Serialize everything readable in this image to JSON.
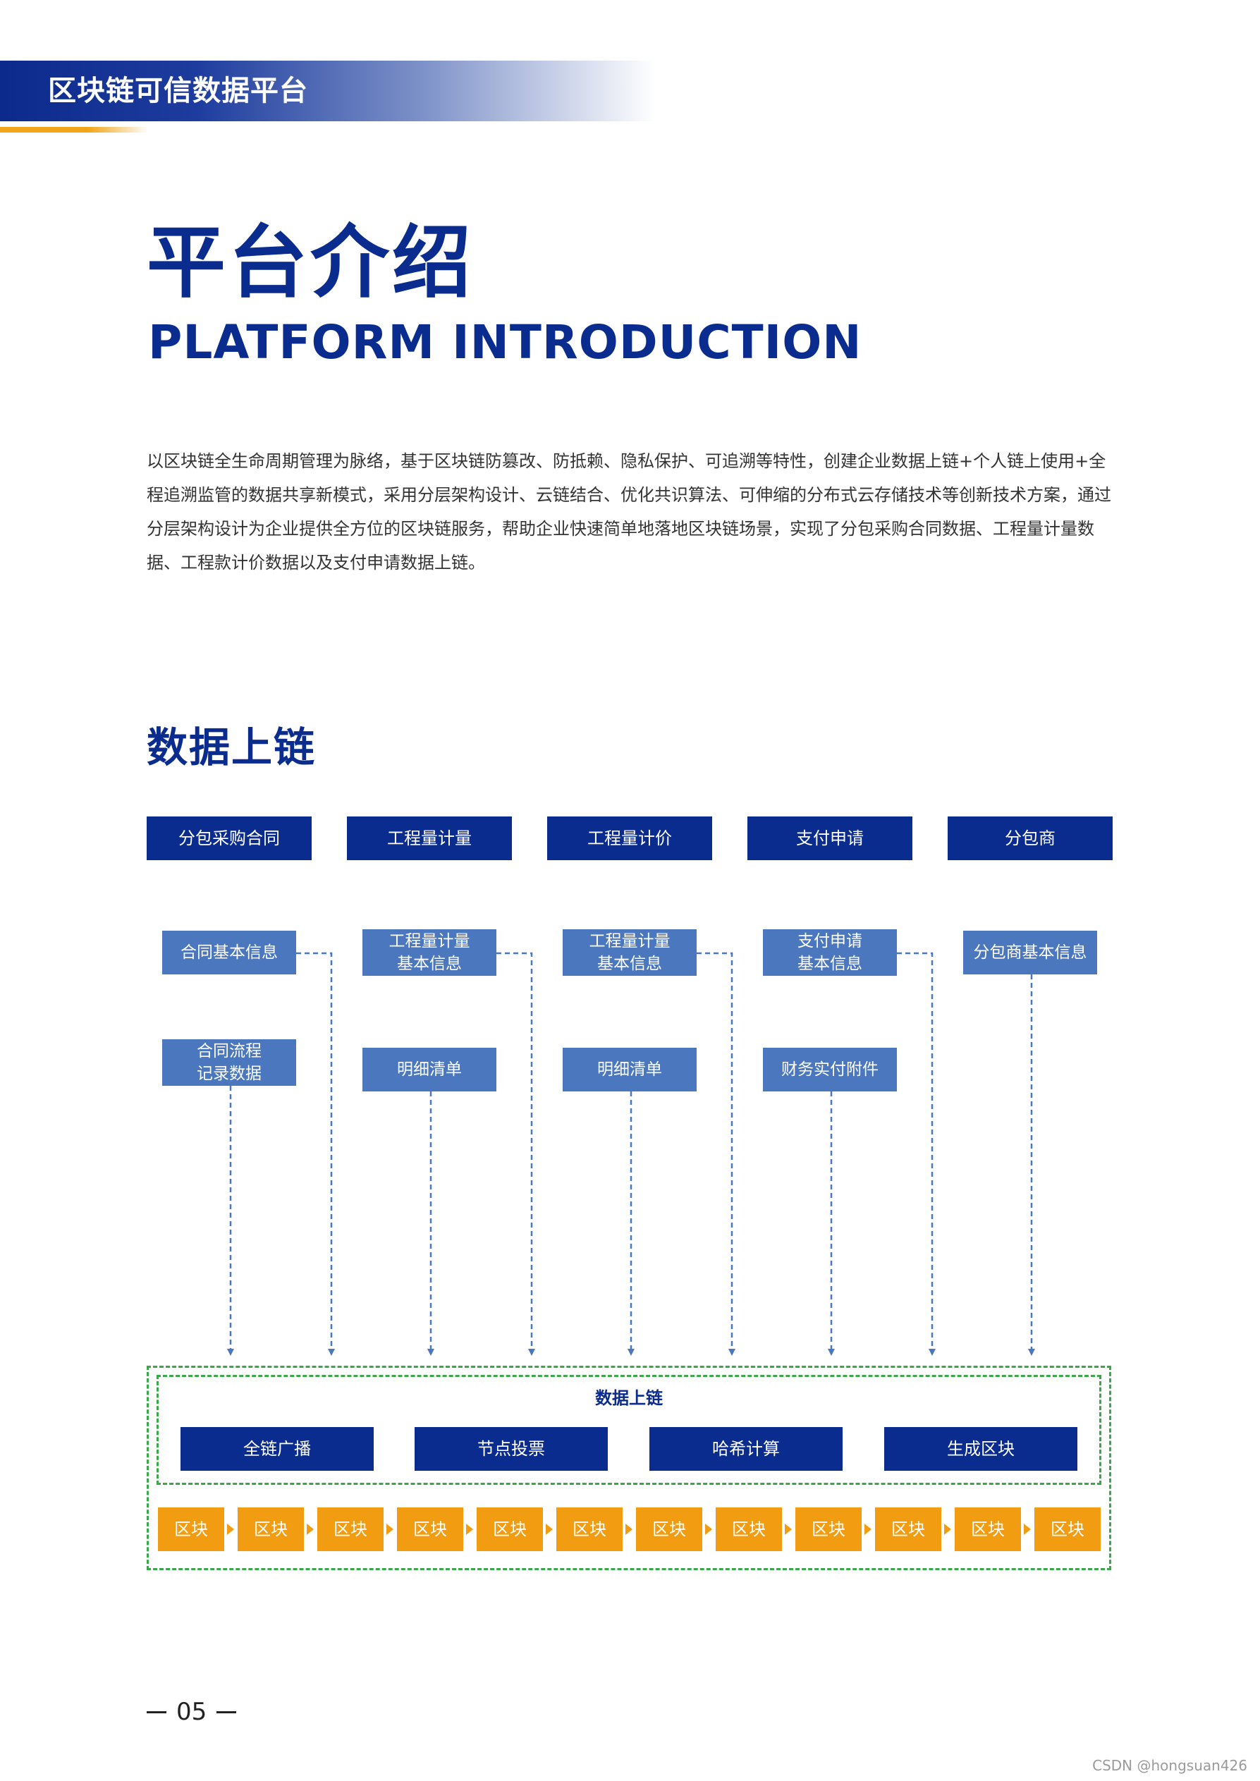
{
  "header": {
    "title": "区块链可信数据平台"
  },
  "page": {
    "title_cn": "平台介绍",
    "title_en": "PLATFORM INTRODUCTION",
    "intro": "以区块链全生命周期管理为脉络，基于区块链防篡改、防抵赖、隐私保护、可追溯等特性，创建企业数据上链+个人链上使用+全程追溯监管的数据共享新模式，采用分层架构设计、云链结合、优化共识算法、可伸缩的分布式云存储技术等创新技术方案，通过分层架构设计为企业提供全方位的区块链服务，帮助企业快速简单地落地区块链场景，实现了分包采购合同数据、工程量计量数据、工程款计价数据以及支付申请数据上链。"
  },
  "diagram": {
    "section_title": "数据上链",
    "categories": [
      {
        "label": "分包采购合同",
        "items": [
          [
            "合同基本信息"
          ],
          [
            "合同流程",
            "记录数据"
          ]
        ]
      },
      {
        "label": "工程量计量",
        "items": [
          [
            "工程量计量",
            "基本信息"
          ],
          [
            "明细清单"
          ]
        ]
      },
      {
        "label": "工程量计价",
        "items": [
          [
            "工程量计量",
            "基本信息"
          ],
          [
            "明细清单"
          ]
        ]
      },
      {
        "label": "支付申请",
        "items": [
          [
            "支付申请",
            "基本信息"
          ],
          [
            "财务实付附件"
          ]
        ]
      },
      {
        "label": "分包商",
        "items": [
          [
            "分包商基本信息"
          ]
        ]
      }
    ],
    "process_title": "数据上链",
    "process_steps": [
      "全链广播",
      "节点投票",
      "哈希计算",
      "生成区块"
    ],
    "blocks": [
      "区块",
      "区块",
      "区块",
      "区块",
      "区块",
      "区块",
      "区块",
      "区块",
      "区块",
      "区块",
      "区块",
      "区块"
    ],
    "colors": {
      "primary": "#0b2c8f",
      "secondary": "#4a77be",
      "connector": "#4a77be",
      "boundary": "#3aa848",
      "block": "#f29c12",
      "accent": "#f3a51a"
    }
  },
  "footer": {
    "page_number": "05",
    "watermark": "CSDN @hongsuan426"
  }
}
